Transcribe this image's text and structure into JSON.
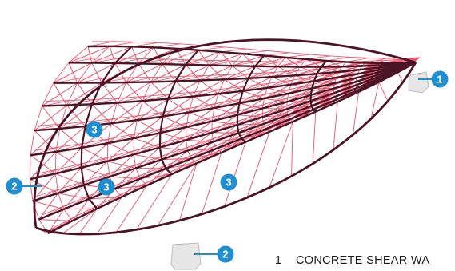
{
  "palette": {
    "dark_member": "#4a1424",
    "light_member": "#e8556e",
    "support": "#e4e4e4",
    "callout": "#1f8fd1"
  },
  "callouts": [
    {
      "id": "callout-1",
      "label": "1"
    },
    {
      "id": "callout-2-left",
      "label": "2"
    },
    {
      "id": "callout-2-bottom",
      "label": "2"
    },
    {
      "id": "callout-3-upper",
      "label": "3"
    },
    {
      "id": "callout-3-middle",
      "label": "3"
    },
    {
      "id": "callout-3-right",
      "label": "3"
    }
  ],
  "legend": {
    "number": "1",
    "text": "CONCRETE SHEAR WA"
  }
}
